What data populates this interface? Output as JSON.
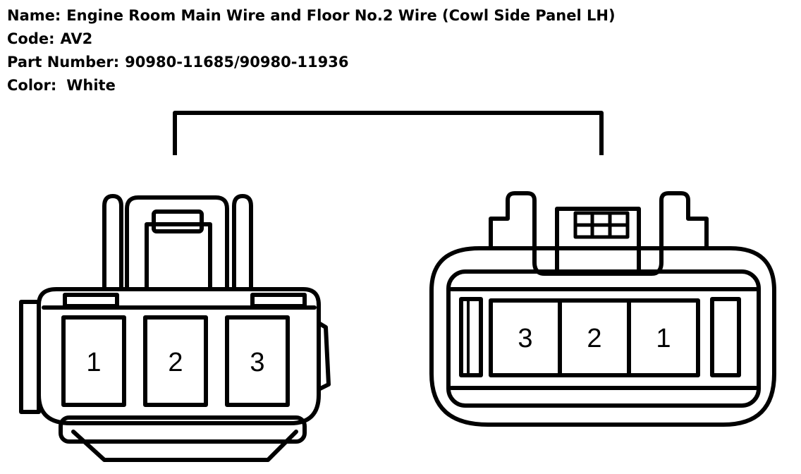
{
  "connector": {
    "name_label": "Name:",
    "name": "Engine Room Main Wire and Floor No.2 Wire (Cowl Side Panel LH)",
    "code_label": "Code:",
    "code": "AV2",
    "part_number_label": "Part Number:",
    "part_number": "90980-11685/90980-11936",
    "color_label": "Color:",
    "color": "White"
  },
  "left_connector": {
    "pins": [
      "1",
      "2",
      "3"
    ]
  },
  "right_connector": {
    "pins": [
      "3",
      "2",
      "1"
    ]
  },
  "colors": {
    "line": "#000000",
    "background": "#ffffff"
  }
}
